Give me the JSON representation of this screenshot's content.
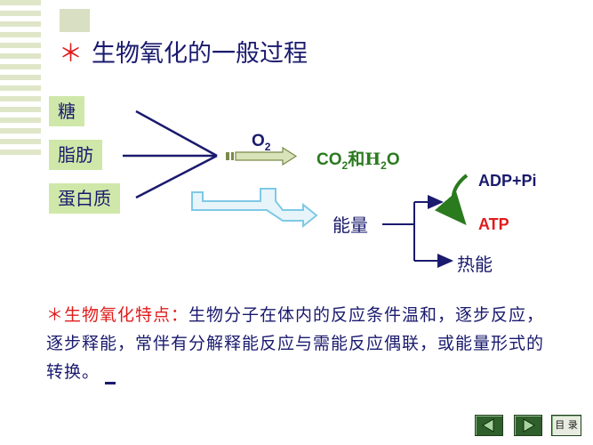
{
  "slide": {
    "title_star": "＊",
    "title": "生物氧化的一般过程",
    "inputs": [
      "糖",
      "脂肪",
      "蛋白质"
    ],
    "oxygen": {
      "base": "O",
      "sub": "2"
    },
    "products": {
      "p1": "CO",
      "s1": "2",
      "mid": "和H",
      "s2": "2",
      "end": "O"
    },
    "energy": "能量",
    "adp": "ADP+Pi",
    "atp": "ATP",
    "heat": "热能",
    "feature": {
      "star": "＊",
      "label": "生物氧化特点：",
      "text": "生物分子在体内的反应条件温和，逐步反应，逐步释能，常伴有分解释能反应与需能反应偶联，或能量形式的转换。"
    },
    "nav": {
      "menu_label": "目 录"
    }
  },
  "colors": {
    "navy": "#1a1a6e",
    "red": "#e01c1c",
    "green": "#2a7a1e",
    "box_green": "#cfe8a9",
    "arrow_cyan": "#7ec9e6"
  }
}
